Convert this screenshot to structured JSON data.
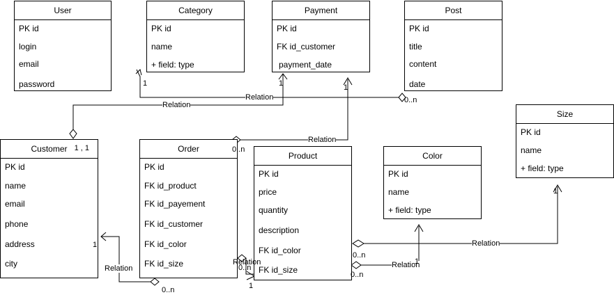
{
  "entities": {
    "user": {
      "title": "User",
      "fields": [
        "PK id",
        "login",
        "email",
        "password"
      ]
    },
    "category": {
      "title": "Category",
      "fields": [
        "PK id",
        "name",
        "+ field: type"
      ]
    },
    "payment": {
      "title": "Payment",
      "fields": [
        "PK id",
        "FK id_customer",
        "payment_date"
      ]
    },
    "post": {
      "title": "Post",
      "fields": [
        "PK id",
        "title",
        "content",
        "date"
      ]
    },
    "size": {
      "title": "Size",
      "fields": [
        "PK id",
        "name",
        "+ field: type"
      ]
    },
    "customer": {
      "title": "Customer",
      "title_mult": "1 , 1",
      "fields": [
        "PK id",
        "name",
        "email",
        "phone",
        "address",
        "city"
      ]
    },
    "order": {
      "title": "Order",
      "fields": [
        "PK id",
        "FK id_product",
        "FK id_payement",
        "FK id_customer",
        "FK id_color",
        "FK id_size"
      ]
    },
    "product": {
      "title": "Product",
      "fields": [
        "PK id",
        "price",
        "quantity",
        "description",
        "FK id_color",
        "FK id_size"
      ]
    },
    "color": {
      "title": "Color",
      "fields": [
        "PK id",
        "name",
        "+ field: type"
      ]
    }
  },
  "relations": {
    "label": "Relation",
    "mult_one": "1",
    "mult_many": "0..n"
  }
}
